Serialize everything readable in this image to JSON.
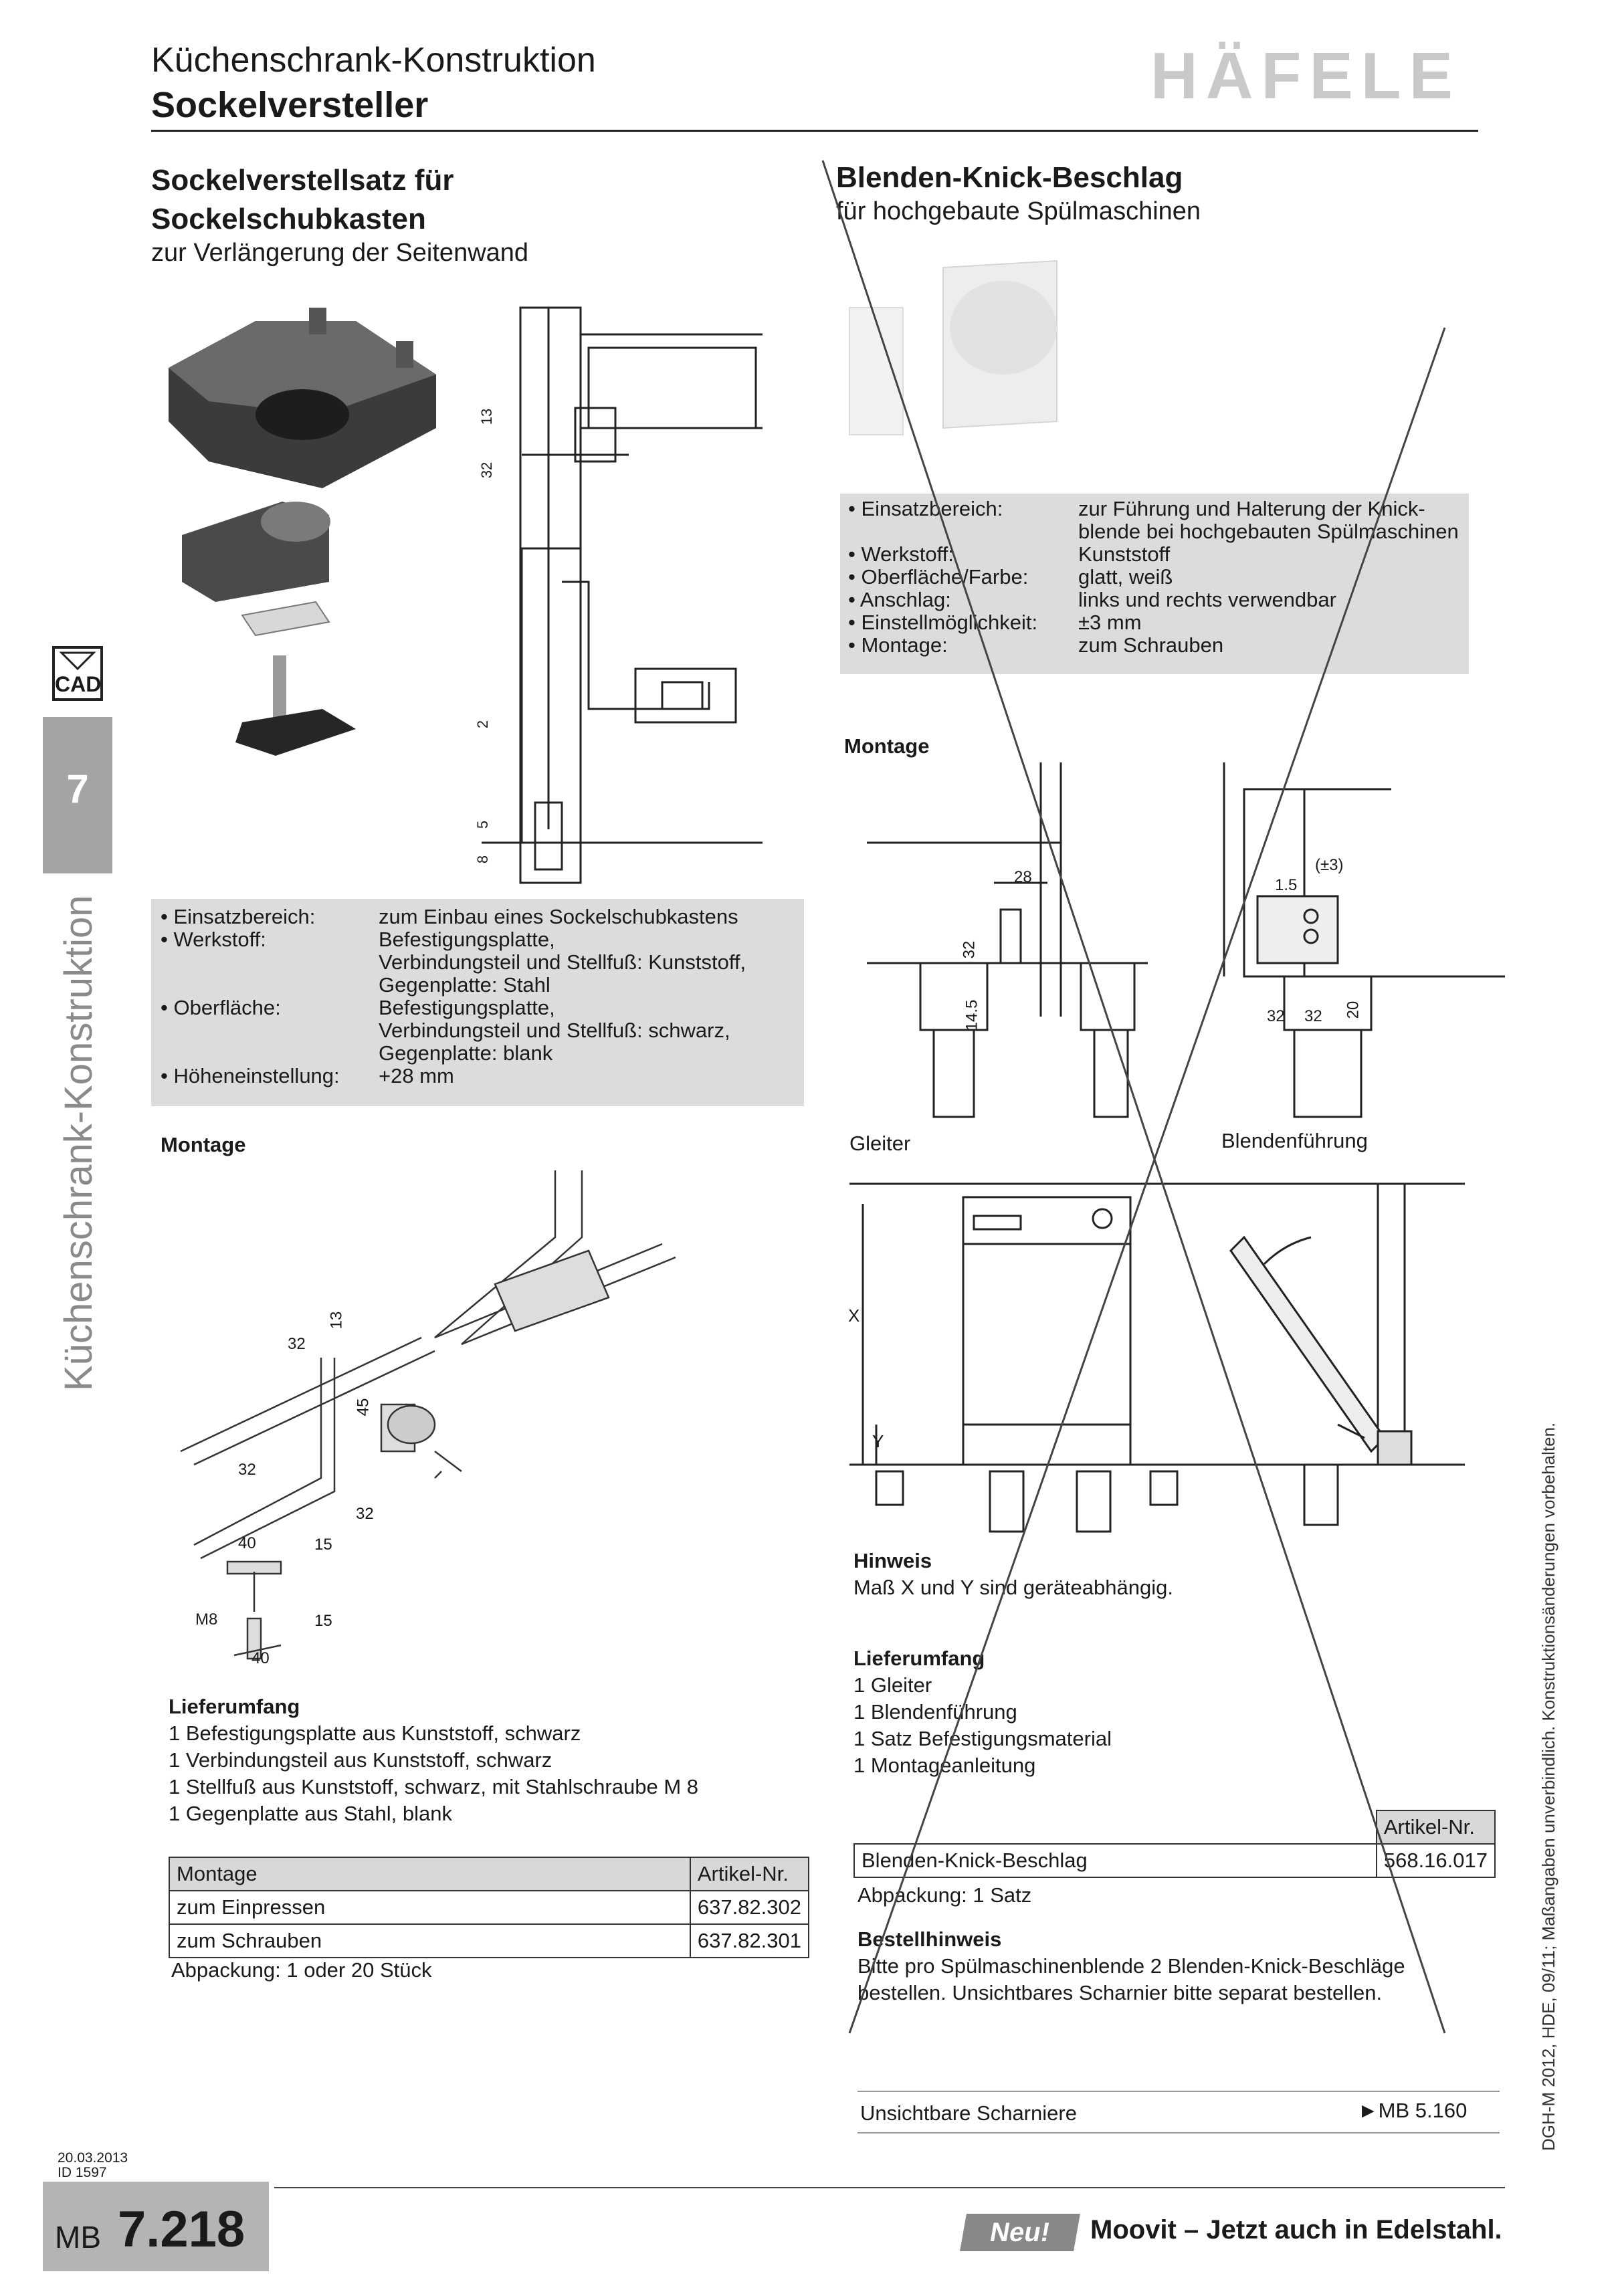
{
  "header": {
    "category": "Küchenschrank-Konstruktion",
    "title": "Sockelversteller",
    "brand": "HÄFELE"
  },
  "sidebar": {
    "cad_label": "CAD",
    "section_number": "7",
    "vertical_label": "Küchenschrank-Konstruktion"
  },
  "left": {
    "title_line1": "Sockelverstellsatz für",
    "title_line2": "Sockelschubkasten",
    "subtitle": "zur Verlängerung der Seitenwand",
    "dims_top": [
      "13",
      "32",
      "2",
      "5",
      "8"
    ],
    "specs": [
      {
        "label": "• Einsatzbereich:",
        "value": "zum Einbau eines Sockelschubkastens"
      },
      {
        "label": "• Werkstoff:",
        "value": "Befestigungsplatte,"
      },
      {
        "label": "",
        "value": "Verbindungsteil und Stellfuß: Kunststoff,"
      },
      {
        "label": "",
        "value": "Gegenplatte: Stahl"
      },
      {
        "label": "• Oberfläche:",
        "value": "Befestigungsplatte,"
      },
      {
        "label": "",
        "value": "Verbindungsteil und Stellfuß: schwarz,"
      },
      {
        "label": "",
        "value": "Gegenplatte: blank"
      },
      {
        "label": "• Höheneinstellung:",
        "value": "+28 mm"
      }
    ],
    "montage_title": "Montage",
    "montage_dims": [
      "32",
      "13",
      "45",
      "32",
      "32",
      "40",
      "15",
      "M8",
      "15",
      "40"
    ],
    "lieferumfang_title": "Lieferumfang",
    "lieferumfang": [
      "1 Befestigungsplatte aus Kunststoff, schwarz",
      "1 Verbindungsteil aus Kunststoff, schwarz",
      "1 Stellfuß aus Kunststoff, schwarz, mit Stahlschraube M 8",
      "1 Gegenplatte aus Stahl, blank"
    ],
    "table": {
      "headers": [
        "Montage",
        "Artikel-Nr."
      ],
      "rows": [
        [
          "zum Einpressen",
          "637.82.302"
        ],
        [
          "zum Schrauben",
          "637.82.301"
        ]
      ]
    },
    "packaging": "Abpackung: 1 oder 20 Stück"
  },
  "right": {
    "title": "Blenden-Knick-Beschlag",
    "subtitle": "für hochgebaute Spülmaschinen",
    "specs": [
      {
        "label": "• Einsatzbereich:",
        "value": "zur Führung und Halterung der Knick-"
      },
      {
        "label": "",
        "value": "blende bei hochgebauten Spülmaschinen"
      },
      {
        "label": "• Werkstoff:",
        "value": "Kunststoff"
      },
      {
        "label": "• Oberfläche/Farbe:",
        "value": "glatt, weiß"
      },
      {
        "label": "• Anschlag:",
        "value": "links und rechts verwendbar"
      },
      {
        "label": "• Einstellmöglichkeit:",
        "value": "±3 mm"
      },
      {
        "label": "• Montage:",
        "value": "zum Schrauben"
      }
    ],
    "montage_title": "Montage",
    "dims_left": [
      "28",
      "32",
      "14.5"
    ],
    "dims_right": [
      "1.5",
      "(±3)",
      "32",
      "32",
      "20"
    ],
    "caption_gleiter": "Gleiter",
    "caption_blende": "Blendenführung",
    "dim_x": "X",
    "dim_y": "Y",
    "hinweis_title": "Hinweis",
    "hinweis_text": "Maß X und Y sind geräteabhängig.",
    "lieferumfang_title": "Lieferumfang",
    "lieferumfang": [
      "1 Gleiter",
      "1 Blendenführung",
      "1 Satz Befestigungsmaterial",
      "1 Montageanleitung"
    ],
    "table": {
      "header": "Artikel-Nr.",
      "rows": [
        [
          "Blenden-Knick-Beschlag",
          "568.16.017"
        ]
      ]
    },
    "packaging": "Abpackung: 1 Satz",
    "bestell_title": "Bestellhinweis",
    "bestell_line1": "Bitte pro Spülmaschinenblende 2 Blenden-Knick-Beschläge",
    "bestell_line2": "bestellen. Unsichtbares Scharnier bitte separat bestellen.",
    "crossref_label": "Unsichtbare Scharniere",
    "crossref_target": "►MB 5.160"
  },
  "footer": {
    "date": "20.03.2013",
    "id": "ID 1597",
    "mb_prefix": "MB",
    "mb_number": "7.218",
    "neu_badge": "Neu!",
    "promo": "Moovit – Jetzt auch in Edelstahl.",
    "disclaimer": "DGH-M 2012, HDE, 09/11; Maßangaben unverbindlich. Konstruktionsänderungen vorbehalten."
  },
  "colors": {
    "text": "#1a1a1a",
    "spec_bg": "#dcdcdc",
    "sidebar_tab": "#a4a4a4",
    "logo": "#c9c9c9"
  }
}
